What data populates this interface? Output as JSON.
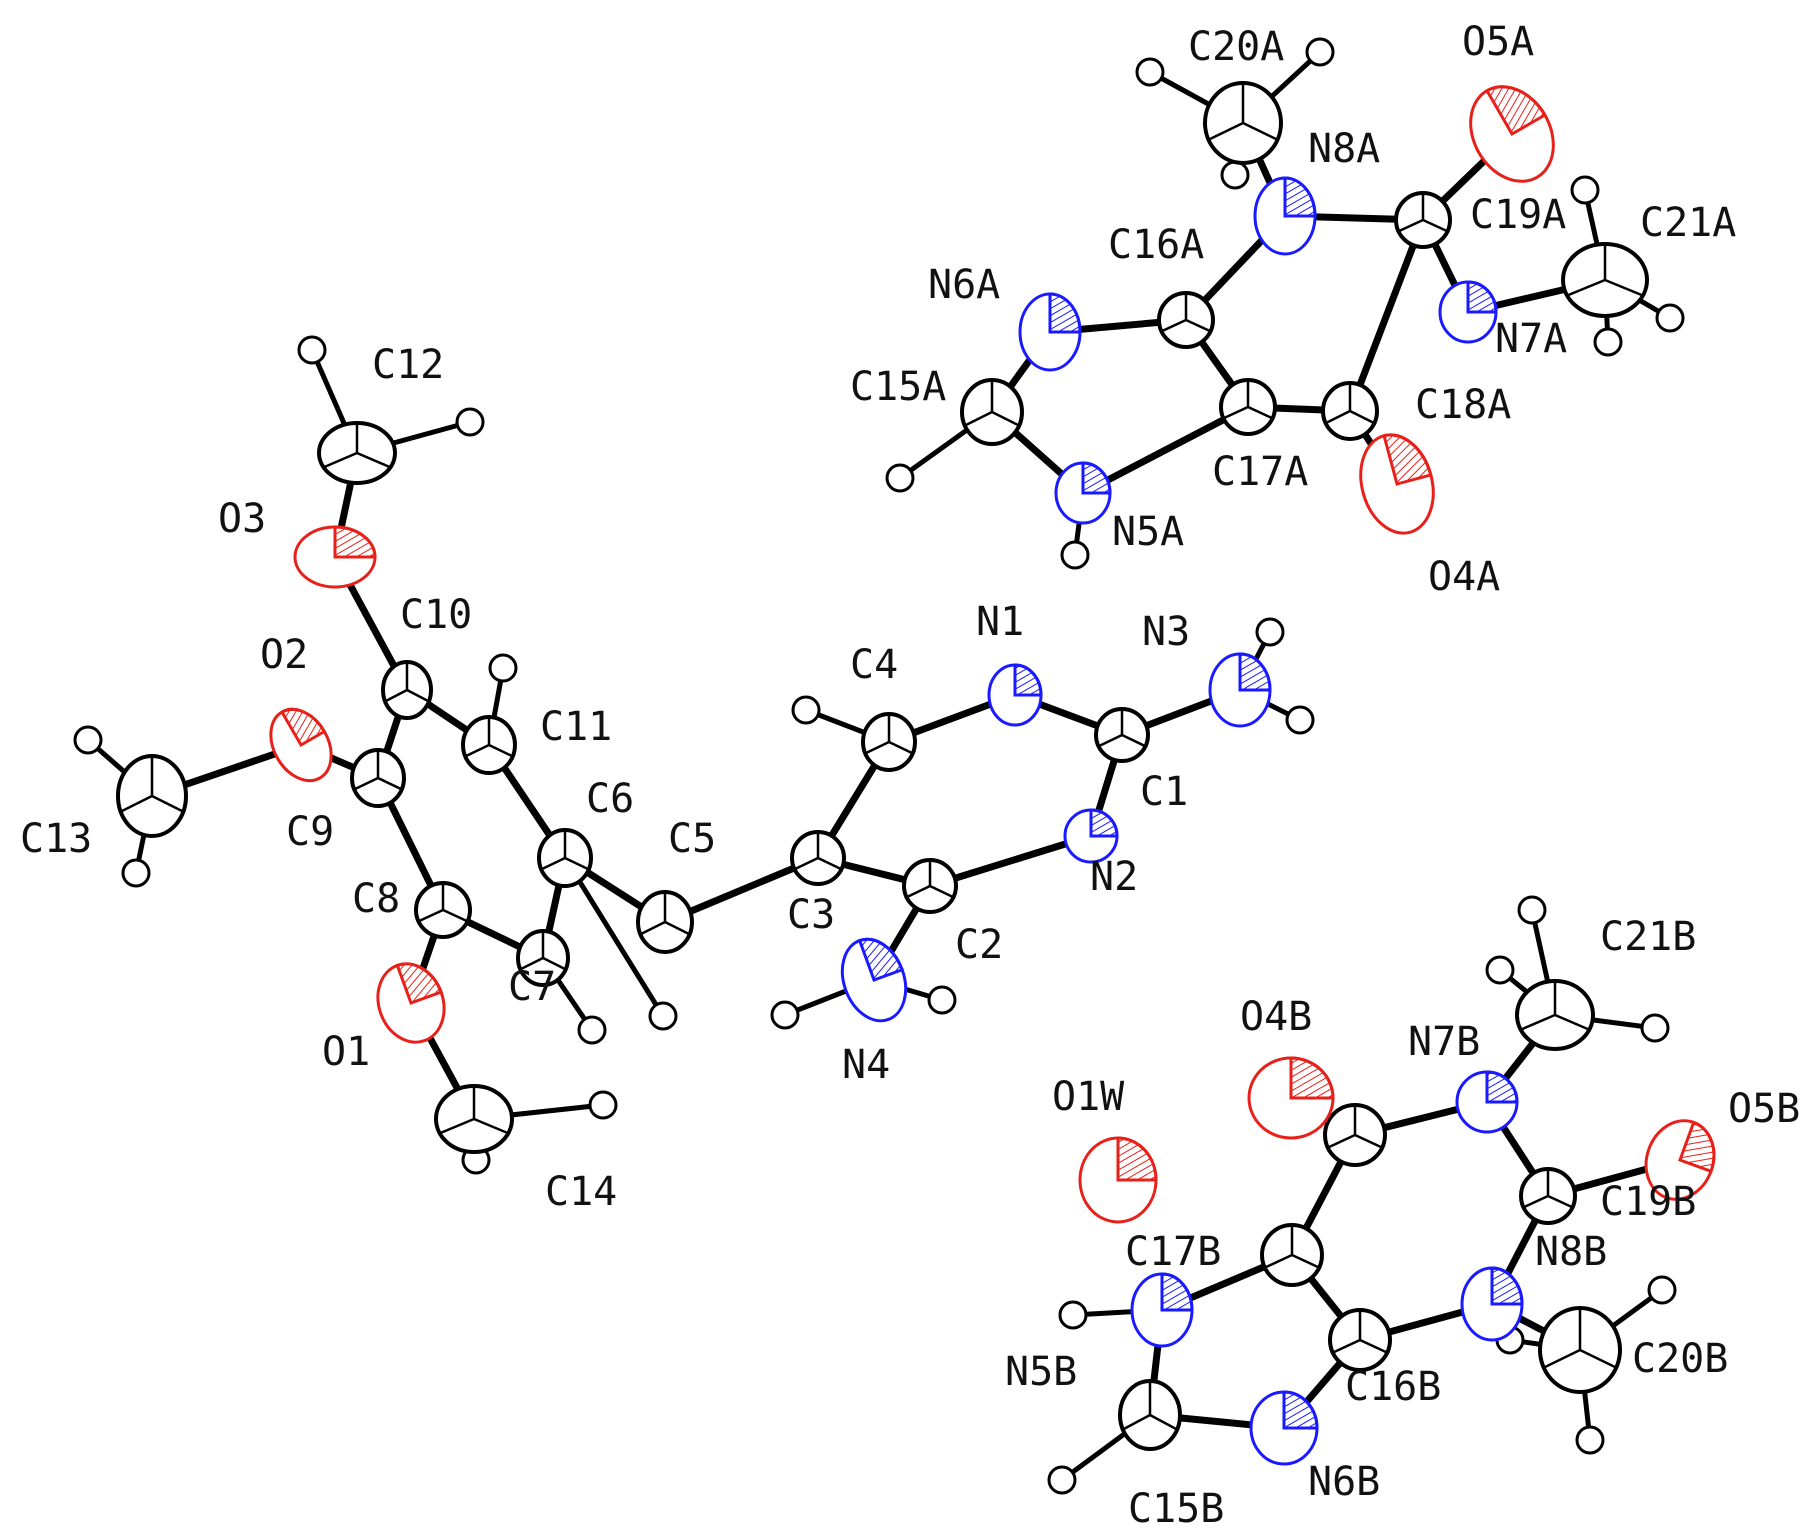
{
  "colors": {
    "background": "#ffffff",
    "carbon": "#000000",
    "nitrogen": "#1a1aff",
    "oxygen": "#e8201a",
    "hydrogen": "#000000",
    "label": "#111111"
  },
  "atoms": {
    "C1": "C1",
    "C2": "C2",
    "C3": "C3",
    "C4": "C4",
    "C5": "C5",
    "C6": "C6",
    "C7": "C7",
    "C8": "C8",
    "C9": "C9",
    "C10": "C10",
    "C11": "C11",
    "C12": "C12",
    "C13": "C13",
    "C14": "C14",
    "N1": "N1",
    "N2": "N2",
    "N3": "N3",
    "N4": "N4",
    "O1": "O1",
    "O2": "O2",
    "O3": "O3",
    "C15A": "C15A",
    "C16A": "C16A",
    "C17A": "C17A",
    "C18A": "C18A",
    "C19A": "C19A",
    "C20A": "C20A",
    "C21A": "C21A",
    "N5A": "N5A",
    "N6A": "N6A",
    "N7A": "N7A",
    "N8A": "N8A",
    "O4A": "O4A",
    "O5A": "O5A",
    "C15B": "C15B",
    "C16B": "C16B",
    "C17B": "C17B",
    "C19B": "C19B",
    "C20B": "C20B",
    "C21B": "C21B",
    "N5B": "N5B",
    "N6B": "N6B",
    "N7B": "N7B",
    "N8B": "N8B",
    "O4B": "O4B",
    "O5B": "O5B",
    "O1W": "O1W"
  }
}
